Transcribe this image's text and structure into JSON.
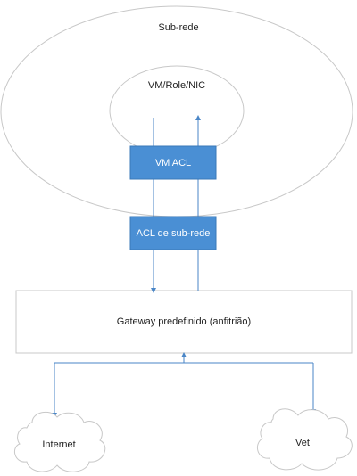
{
  "diagram": {
    "subnet": {
      "label": "Sub-rede"
    },
    "vm": {
      "label": "VM/Role/NIC"
    },
    "vm_acl": {
      "label": "VM ACL"
    },
    "subnet_acl": {
      "label": "ACL de sub-rede"
    },
    "gateway": {
      "label": "Gateway predefinido (anfitrião)"
    },
    "internet": {
      "label": "Internet"
    },
    "vnet": {
      "label": "Vet"
    }
  },
  "colors": {
    "acl_box_fill": "#4a8fd4",
    "acl_box_border": "#3a78b8",
    "arrow": "#4a86c7",
    "outline": "#bfbfbf"
  }
}
